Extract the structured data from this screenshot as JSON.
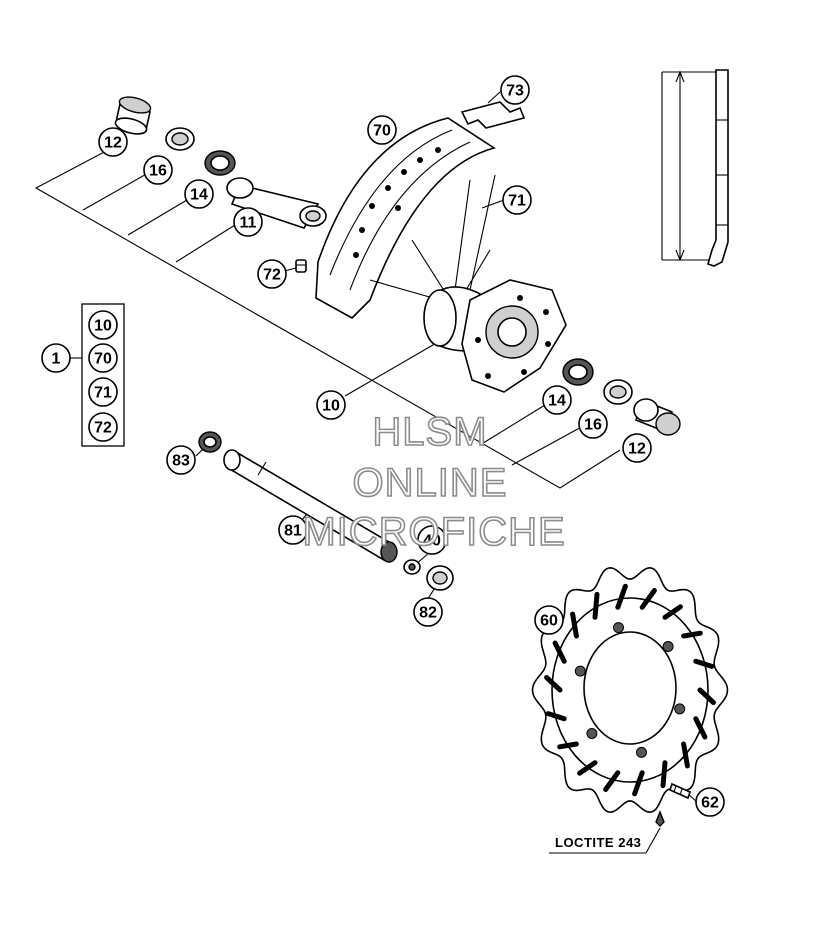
{
  "callouts": {
    "c12a": "12",
    "c16a": "16",
    "c14a": "14",
    "c11": "11",
    "c72": "72",
    "c70": "70",
    "c71": "71",
    "c73": "73",
    "c10": "10",
    "c14b": "14",
    "c16b": "16",
    "c12b": "12",
    "c83": "83",
    "c81": "81",
    "c40": "40",
    "c82": "82",
    "c60": "60",
    "c62": "62",
    "c1": "1"
  },
  "kit": [
    "10",
    "70",
    "71",
    "72"
  ],
  "note": "LOCTITE 243",
  "watermark": [
    "HLSM",
    "ONLINE",
    "MICROFICHE"
  ]
}
